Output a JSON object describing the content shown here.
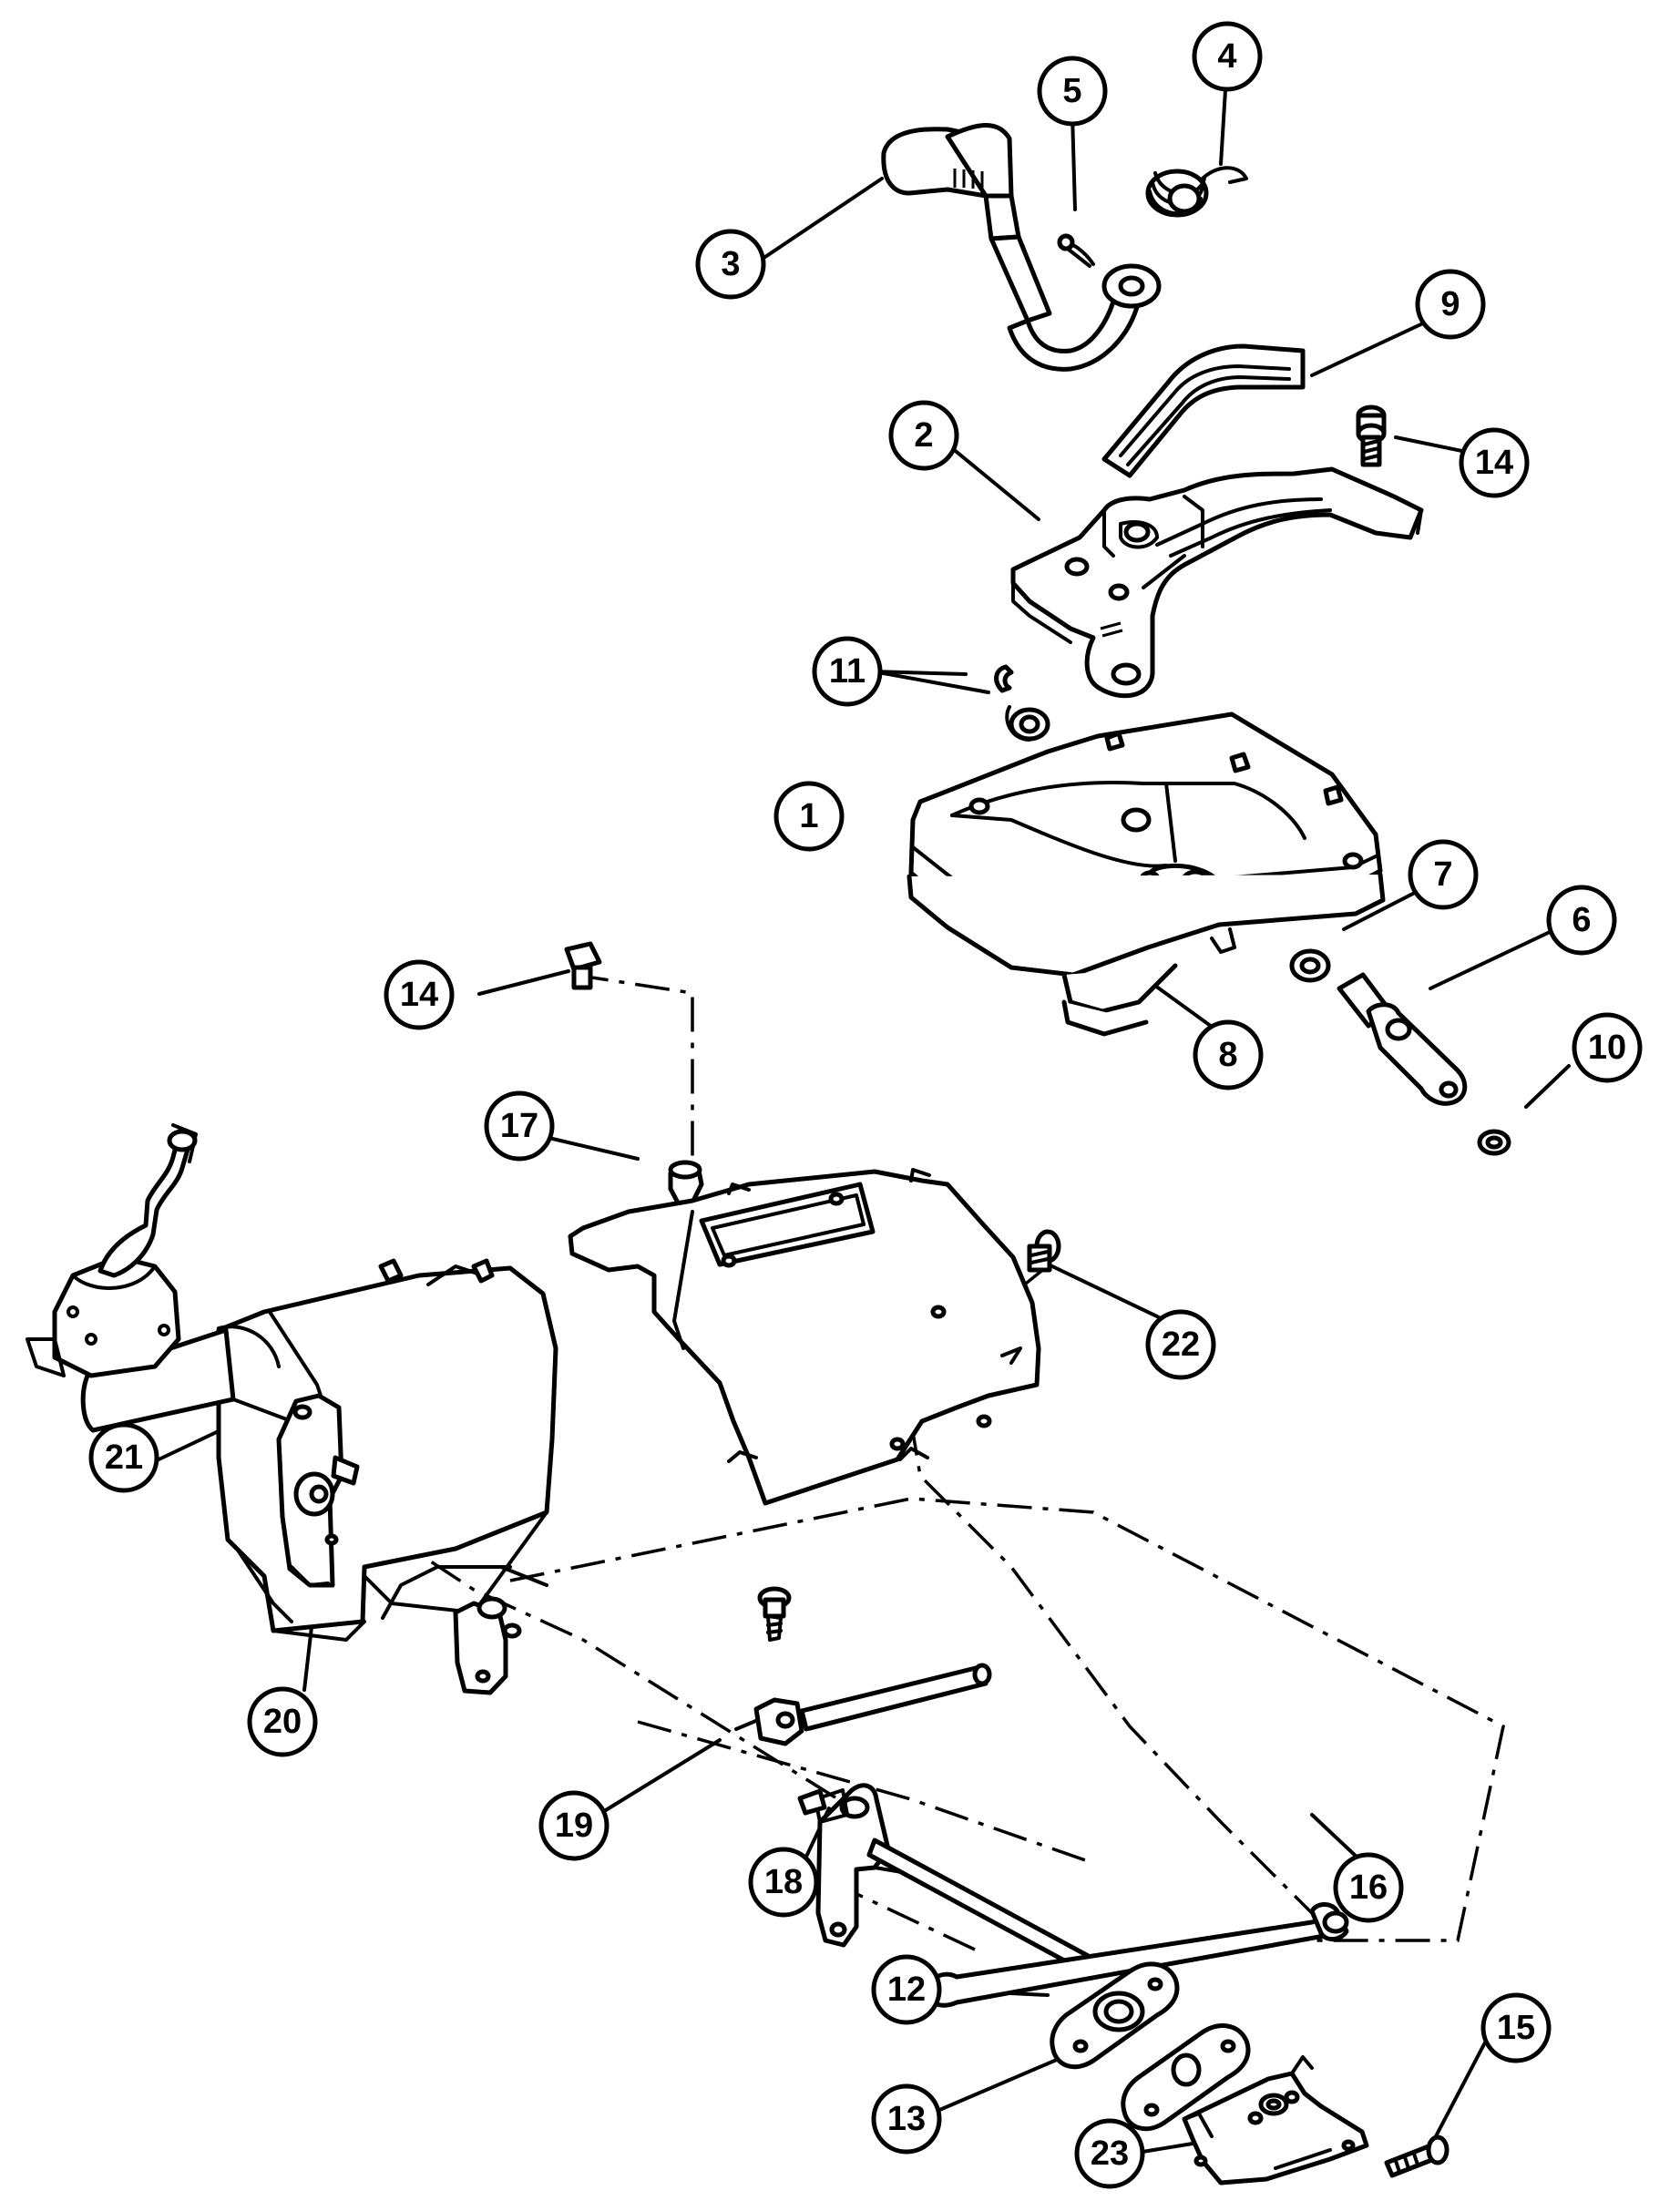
{
  "diagram": {
    "callouts": [
      {
        "label": "1"
      },
      {
        "label": "2"
      },
      {
        "label": "3"
      },
      {
        "label": "4"
      },
      {
        "label": "5"
      },
      {
        "label": "6"
      },
      {
        "label": "7"
      },
      {
        "label": "8"
      },
      {
        "label": "9"
      },
      {
        "label": "10"
      },
      {
        "label": "11"
      },
      {
        "label": "12"
      },
      {
        "label": "13"
      },
      {
        "label": "14"
      },
      {
        "label": "14"
      },
      {
        "label": "15"
      },
      {
        "label": "16"
      },
      {
        "label": "17"
      },
      {
        "label": "18"
      },
      {
        "label": "19"
      },
      {
        "label": "20"
      },
      {
        "label": "21"
      },
      {
        "label": "22"
      },
      {
        "label": "23"
      }
    ]
  }
}
